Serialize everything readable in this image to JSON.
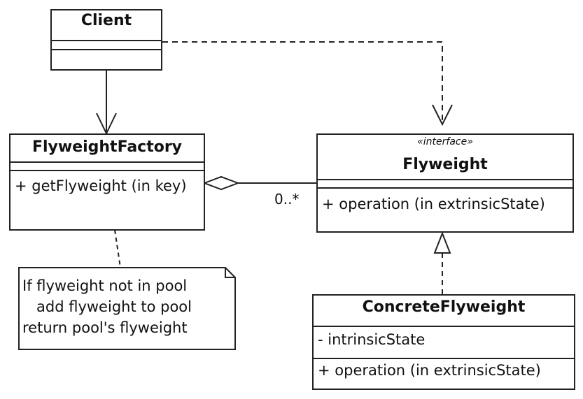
{
  "diagram": {
    "client": {
      "name": "Client"
    },
    "flyweight_factory": {
      "name": "FlyweightFactory",
      "operations": [
        "+ getFlyweight (in key)"
      ]
    },
    "flyweight": {
      "stereotype": "«interface»",
      "name": "Flyweight",
      "operations": [
        "+ operation (in extrinsicState)"
      ]
    },
    "concrete_flyweight": {
      "name": "ConcreteFlyweight",
      "attributes": [
        "- intrinsicState"
      ],
      "operations": [
        "+ operation (in extrinsicState)"
      ]
    },
    "note": {
      "lines": [
        "If flyweight not in pool",
        "   add flyweight to pool",
        "return pool's flyweight"
      ]
    },
    "association": {
      "multiplicity": "0..*"
    }
  }
}
